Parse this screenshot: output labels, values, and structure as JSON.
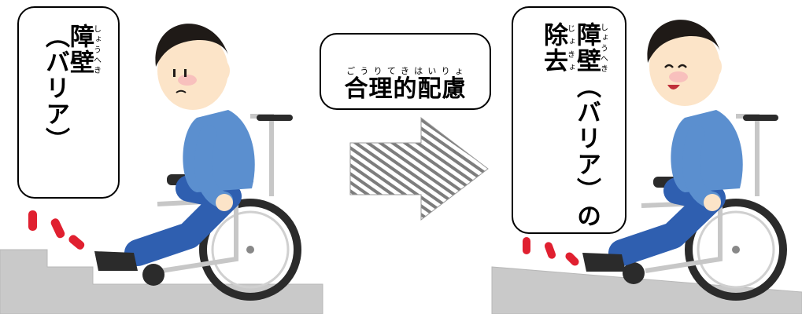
{
  "left_panel": {
    "barrier_kanji": "障壁",
    "barrier_ruby": "しょうへき",
    "paren_barrier": "（バリア）"
  },
  "middle": {
    "reasonable_accommodation": "合理的配慮",
    "reasonable_accommodation_ruby": "ごうりてきはいりょ"
  },
  "right_panel": {
    "barrier_kanji": "障壁",
    "barrier_ruby": "しょうへき",
    "paren_barrier": "（バリア）",
    "no": "の",
    "removal_kanji": "除去",
    "removal_ruby": "じょきょ"
  },
  "colors": {
    "skin": "#fce4c8",
    "hair": "#1f1a17",
    "shirt": "#5b8fcf",
    "pants": "#2f5fb0",
    "wheel": "#2b2b2b",
    "frame": "#c7c7c7",
    "ground": "#c9c9c9",
    "alert": "#e02030"
  }
}
